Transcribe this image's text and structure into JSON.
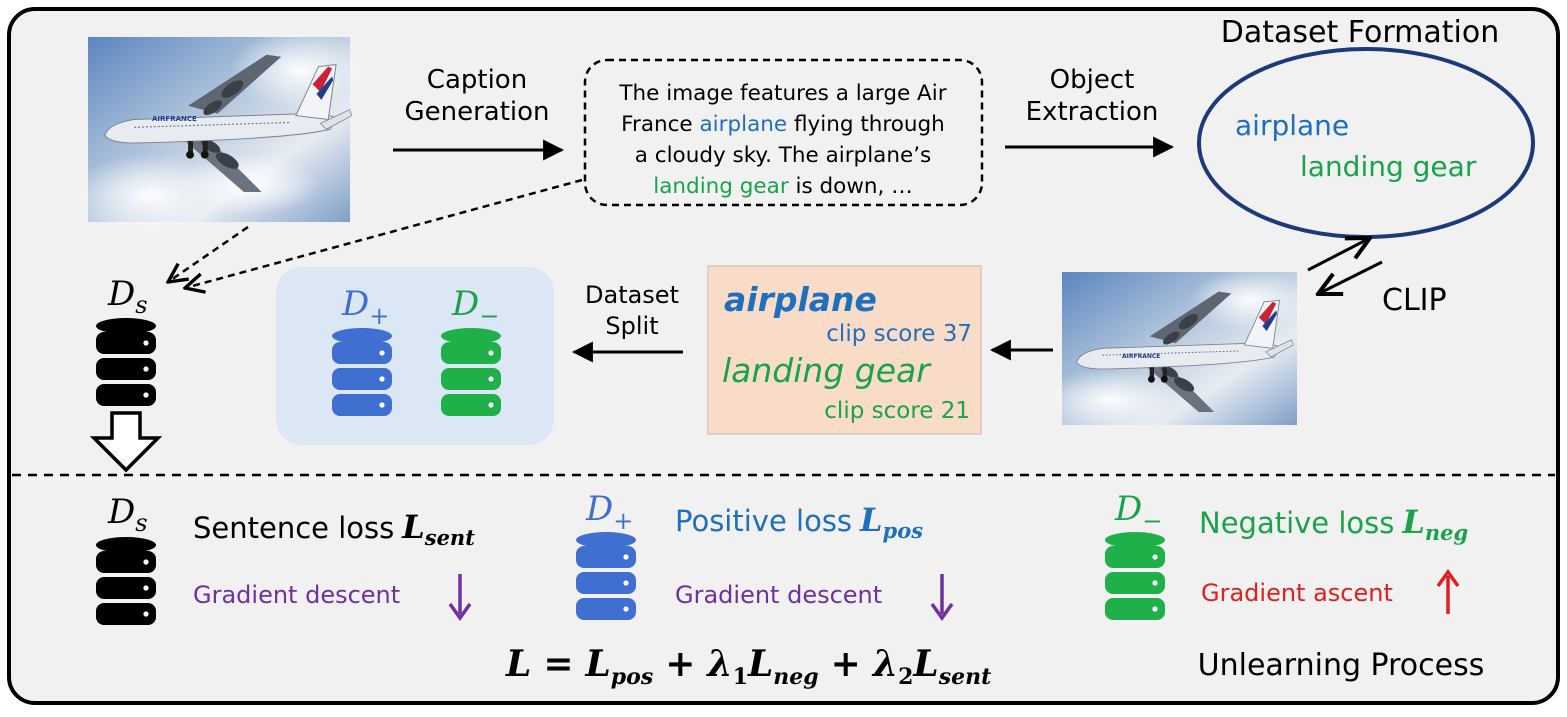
{
  "formation": {
    "title": "Dataset Formation",
    "caption_step": [
      "Caption",
      "Generation"
    ],
    "caption_text": [
      [
        "The image features a large Air"
      ],
      [
        "France ",
        "airplane",
        " flying through"
      ],
      [
        "a cloudy sky. The airplane’s"
      ],
      [
        "landing gear",
        " is down, …"
      ]
    ],
    "object_step": [
      "Object",
      "Extraction"
    ],
    "objects": [
      "airplane",
      "landing gear"
    ],
    "clip_label": "CLIP",
    "split_step": [
      "Dataset",
      "Split"
    ],
    "scores": {
      "obj1": "airplane",
      "score1": "clip score 37",
      "obj2": "landing gear",
      "score2": "clip score 21"
    },
    "plane_livery": "AIRFRANCE"
  },
  "datasets": {
    "ds_base": "D",
    "ds_sub": "s",
    "dplus_sub": "+",
    "dminus_sub": "−"
  },
  "unlearning": {
    "title": "Unlearning Process",
    "sentence_loss": "Sentence loss",
    "sentence_sym": "L",
    "sentence_sub": "sent",
    "positive_loss": "Positive loss",
    "positive_sym": "L",
    "positive_sub": "pos",
    "negative_loss": "Negative loss",
    "negative_sym": "L",
    "negative_sub": "neg",
    "grad_descent": "Gradient descent",
    "grad_ascent": "Gradient ascent",
    "formula": {
      "lhs": "L",
      "eq": "=",
      "t1_sub": "pos",
      "plus": "+",
      "lambda": "λ",
      "one": "1",
      "t2_sub": "neg",
      "two": "2",
      "t3_sub": "sent"
    }
  },
  "colors": {
    "blue": "#1f6fbf",
    "green": "#1aa34a",
    "purple": "#7030a0",
    "red": "#e02020",
    "db_blue": "#3f6fd1",
    "db_green": "#1fb04a",
    "panel_bg": "#f1f1f1",
    "split_bg": "#dbe7f4",
    "score_bg": "#f8dcc8"
  }
}
